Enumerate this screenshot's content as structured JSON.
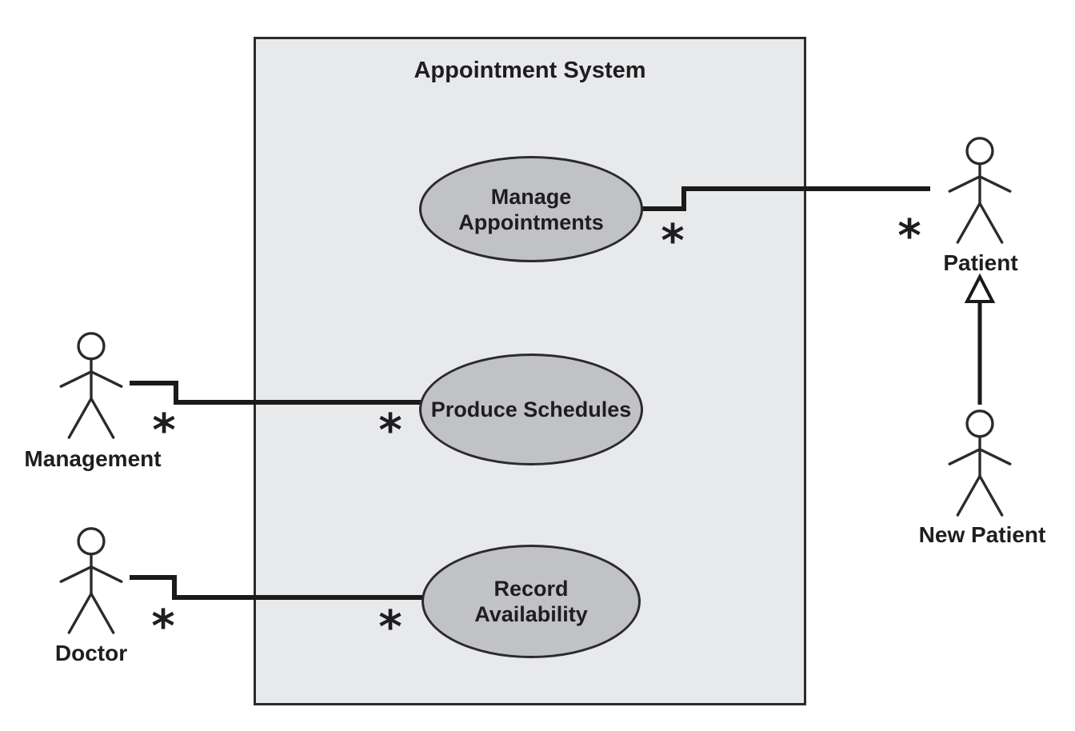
{
  "diagram": {
    "type": "UML use case diagram",
    "title": "Appointment System",
    "multiplicity": "*",
    "use_cases": {
      "manage": {
        "line1": "Manage",
        "line2": "Appointments"
      },
      "produce": {
        "line1": "Produce Schedules",
        "line2": ""
      },
      "record": {
        "line1": "Record",
        "line2": "Availability"
      }
    },
    "actors": {
      "patient": {
        "label": "Patient"
      },
      "new_patient": {
        "label": "New Patient"
      },
      "management": {
        "label": "Management"
      },
      "doctor": {
        "label": "Doctor"
      }
    },
    "relationships": {
      "associations": [
        {
          "actor": "Patient",
          "use_case": "Manage Appointments",
          "actor_multiplicity": "*",
          "use_case_multiplicity": "*"
        },
        {
          "actor": "Management",
          "use_case": "Produce Schedules",
          "actor_multiplicity": "*",
          "use_case_multiplicity": "*"
        },
        {
          "actor": "Doctor",
          "use_case": "Record Availability",
          "actor_multiplicity": "*",
          "use_case_multiplicity": "*"
        }
      ],
      "generalization": {
        "child": "New Patient",
        "parent": "Patient"
      }
    },
    "colors": {
      "background": "#ffffff",
      "boundary_fill": "#e8e9ea",
      "use_case_fill": "#c1c2c4",
      "stroke": "#2b2b2d",
      "text": "#1f1d20"
    }
  }
}
